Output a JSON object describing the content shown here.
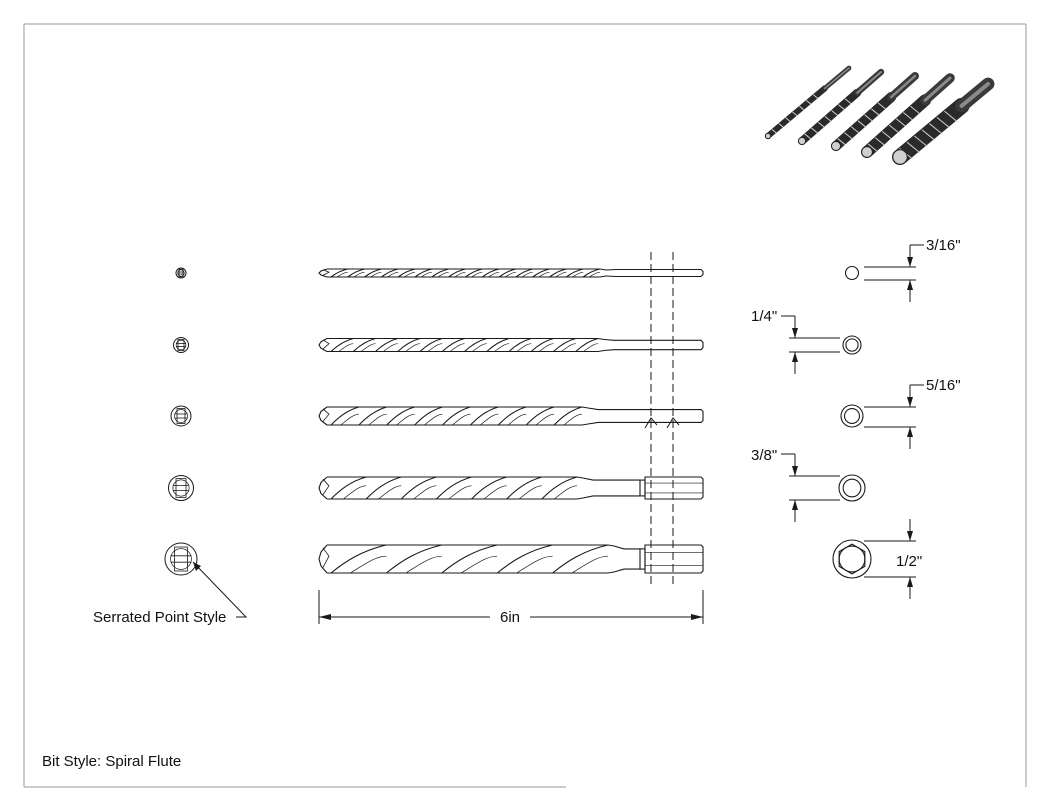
{
  "labels": {
    "sizes": [
      "3/16\"",
      "1/4\"",
      "5/16\"",
      "3/8\"",
      "1/2\""
    ],
    "length": "6in",
    "point_style": "Serrated Point Style",
    "bit_style": "Bit Style: Spiral Flute"
  },
  "bits": [
    {
      "diameter": 0.1875,
      "shank": "round"
    },
    {
      "diameter": 0.25,
      "shank": "round"
    },
    {
      "diameter": 0.3125,
      "shank": "round"
    },
    {
      "diameter": 0.375,
      "shank": "hex"
    },
    {
      "diameter": 0.5,
      "shank": "hex"
    }
  ],
  "colors": {
    "line": "#1a1a1a",
    "frame": "#9a9a9a",
    "metal_dark": "#2a2a2a"
  }
}
